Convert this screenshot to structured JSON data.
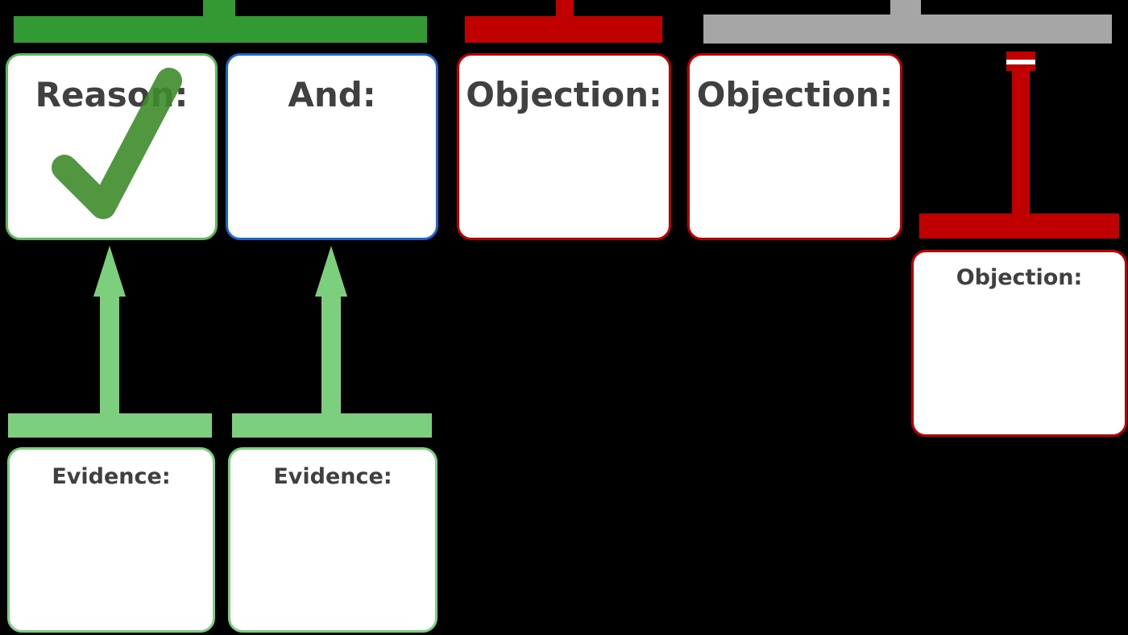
{
  "colors": {
    "reason_green": "#339933",
    "evidence_green": "#7ccf7c",
    "objection_red": "#c00000",
    "and_blue": "#1a66cc",
    "neutral_gray": "#a6a6a6",
    "text": "#404040"
  },
  "reason_box": {
    "label": "Reason:",
    "icon": "check-mark-icon"
  },
  "and_box": {
    "label": "And:"
  },
  "objection_boxes": [
    {
      "label": "Objection:"
    },
    {
      "label": "Objection:"
    }
  ],
  "sub_objection_box": {
    "label": "Objection:"
  },
  "evidence_boxes": [
    {
      "label": "Evidence:"
    },
    {
      "label": "Evidence:"
    }
  ]
}
